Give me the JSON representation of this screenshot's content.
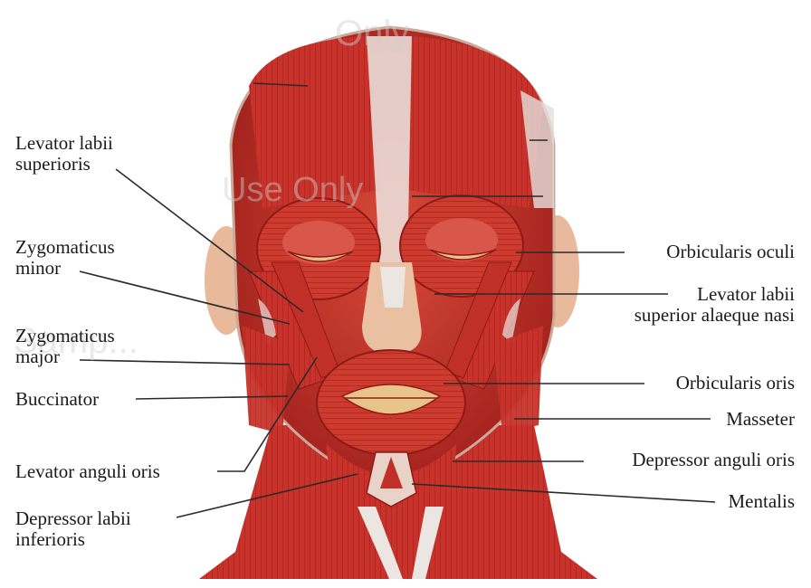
{
  "labels_left": [
    {
      "id": "levator-labii-superioris",
      "lines": [
        "Levator labii",
        "superioris"
      ]
    },
    {
      "id": "zygomaticus-minor",
      "lines": [
        "Zygomaticus",
        "minor"
      ]
    },
    {
      "id": "zygomaticus-major",
      "lines": [
        "Zygomaticus",
        "major"
      ]
    },
    {
      "id": "buccinator",
      "lines": [
        "Buccinator"
      ]
    },
    {
      "id": "levator-anguli-oris",
      "lines": [
        "Levator anguli oris"
      ]
    },
    {
      "id": "depressor-labii-inferioris",
      "lines": [
        "Depressor labii",
        "inferioris"
      ]
    }
  ],
  "labels_right": [
    {
      "id": "orbicularis-oculi",
      "lines": [
        "Orbicularis oculi"
      ]
    },
    {
      "id": "levator-labii-superior-alaeque-nasi",
      "lines": [
        "Levator labii",
        "superior alaeque nasi"
      ]
    },
    {
      "id": "orbicularis-oris",
      "lines": [
        "Orbicularis oris"
      ]
    },
    {
      "id": "masseter",
      "lines": [
        "Masseter"
      ]
    },
    {
      "id": "depressor-anguli-oris",
      "lines": [
        "Depressor anguli oris"
      ]
    },
    {
      "id": "mentalis",
      "lines": [
        "Mentalis"
      ]
    }
  ],
  "watermark": [
    "Only",
    "Use Only",
    "Samp..."
  ],
  "colors": {
    "muscle": "#c8322a",
    "muscle_dark": "#9e1f1a",
    "muscle_light": "#e06a55",
    "tendon": "#ece6e2",
    "skin": "#e8b99a",
    "line": "#2a2a2a"
  }
}
